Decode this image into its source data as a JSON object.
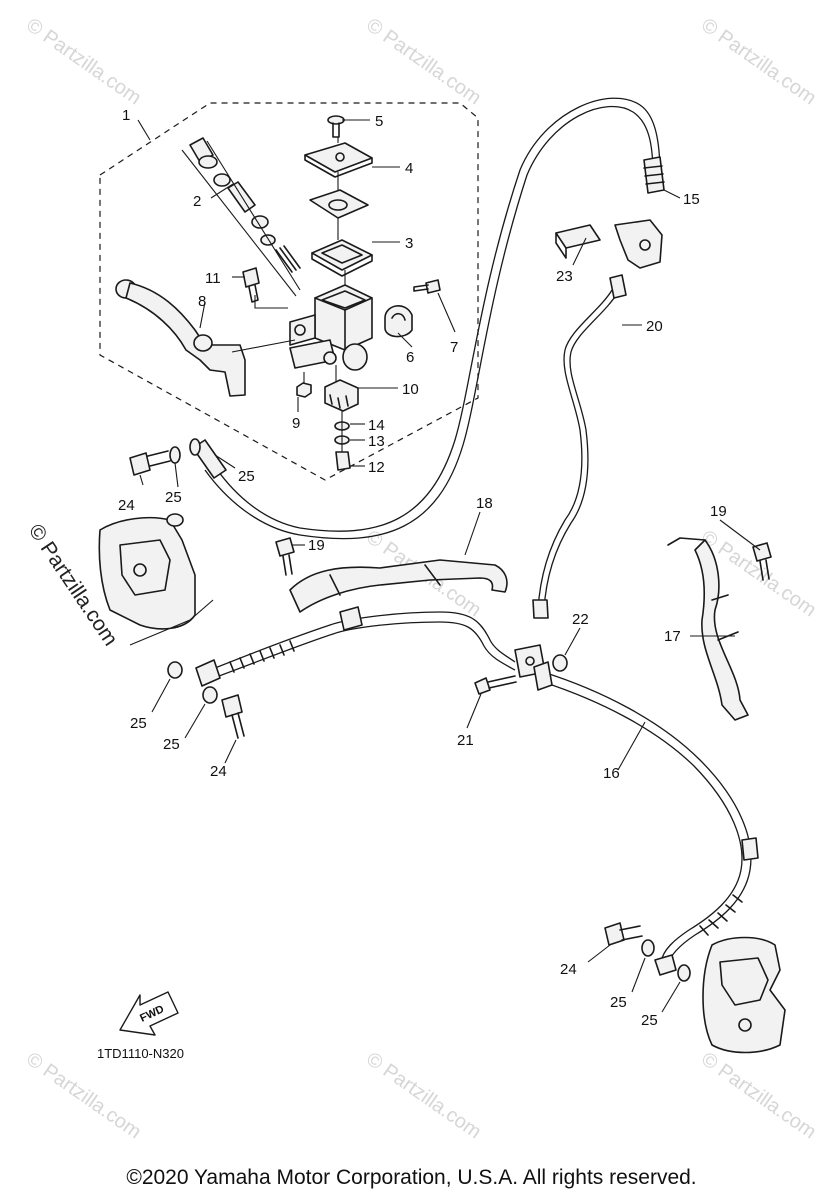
{
  "watermarks": {
    "text": "© Partzilla.com",
    "side_mark": "© Partzilla.com"
  },
  "diagram_code": "1TD1110-N320",
  "fwd_label": "FWD",
  "copyright": "©2020 Yamaha Motor Corporation, U.S.A. All rights reserved.",
  "callouts": {
    "c1": "1",
    "c2": "2",
    "c3": "3",
    "c4": "4",
    "c5": "5",
    "c6": "6",
    "c7": "7",
    "c8": "8",
    "c9": "9",
    "c10": "10",
    "c11": "11",
    "c12": "12",
    "c13": "13",
    "c14": "14",
    "c15": "15",
    "c16": "16",
    "c17": "17",
    "c18": "18",
    "c19a": "19",
    "c19b": "19",
    "c20": "20",
    "c21": "21",
    "c22": "22",
    "c23": "23",
    "c24a": "24",
    "c24b": "24",
    "c24c": "24",
    "c25a": "25",
    "c25b": "25",
    "c25c": "25",
    "c25d": "25",
    "c25e": "25",
    "c25f": "25"
  }
}
